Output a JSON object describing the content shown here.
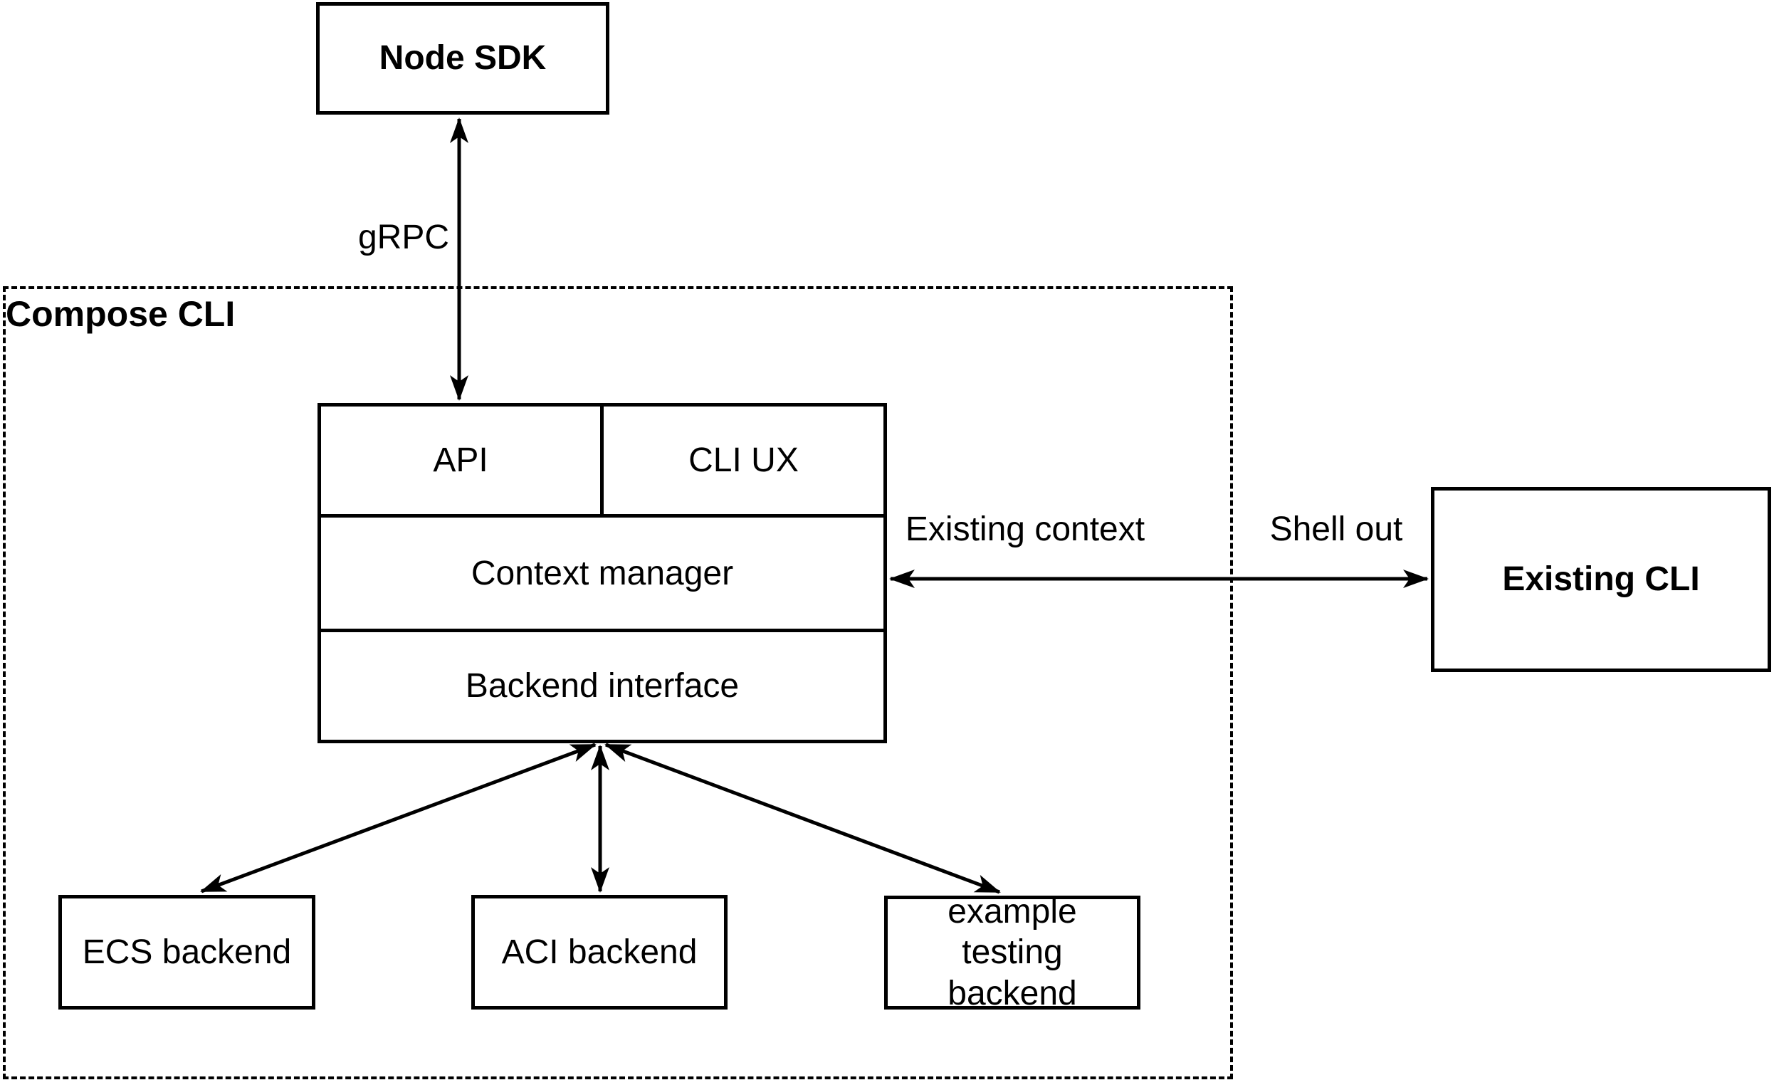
{
  "title": "Compose CLI architecture diagram",
  "colors": {
    "stroke": "#000000",
    "background": "#ffffff"
  },
  "container": {
    "label": "Compose CLI"
  },
  "nodes": {
    "node_sdk": "Node SDK",
    "api": "API",
    "cli_ux": "CLI UX",
    "context_manager": "Context manager",
    "backend_interface": "Backend interface",
    "ecs_backend": "ECS backend",
    "aci_backend": "ACI backend",
    "example_testing_backend": "example testing backend",
    "existing_cli": "Existing CLI"
  },
  "edge_labels": {
    "grpc": "gRPC",
    "existing_context": "Existing context",
    "shell_out": "Shell out"
  }
}
